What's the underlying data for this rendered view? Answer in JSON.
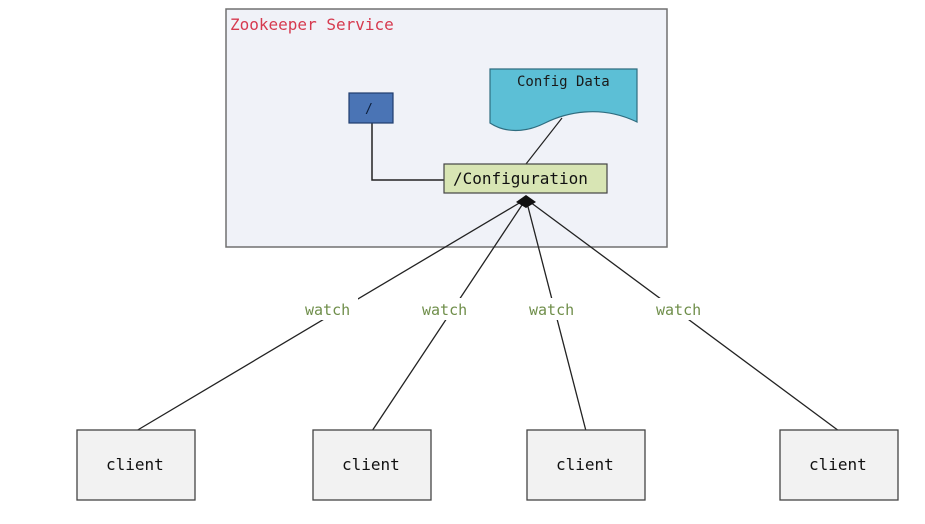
{
  "service": {
    "title": "Zookeeper Service",
    "root_node": "/",
    "config_data": "Config Data",
    "config_node": "/Configuration"
  },
  "watches": [
    "watch",
    "watch",
    "watch",
    "watch"
  ],
  "clients": [
    "client",
    "client",
    "client",
    "client"
  ],
  "colors": {
    "service_fill": "#f0f2f8",
    "service_border": "#707070",
    "title": "#d63a4f",
    "root_fill": "#4a74b5",
    "config_data_fill": "#5cbfd6",
    "config_node_fill": "#d8e5b4",
    "watch_text": "#6f8e4a",
    "client_fill": "#f2f2f2"
  }
}
